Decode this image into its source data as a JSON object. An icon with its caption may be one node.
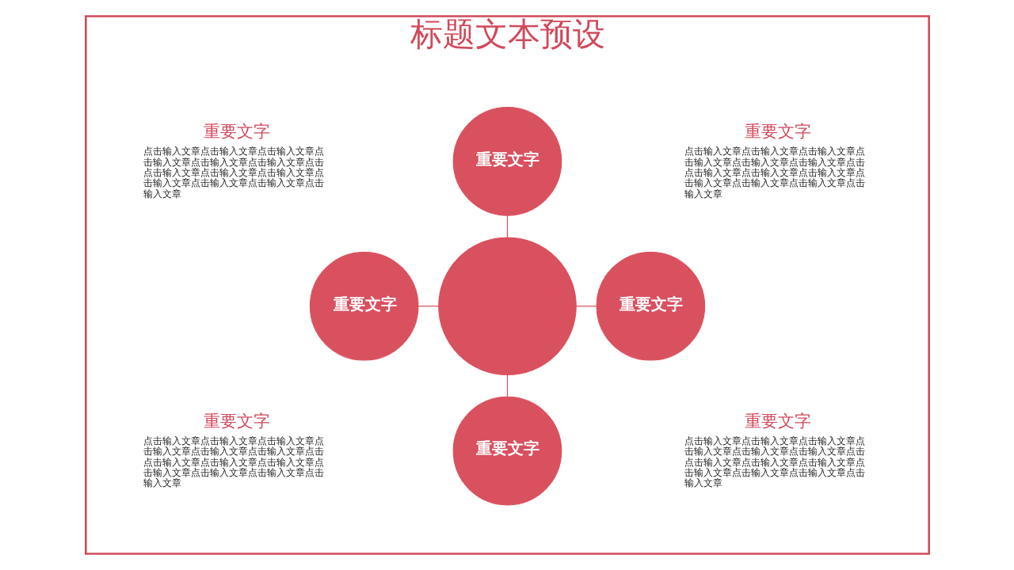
{
  "diagram": {
    "nodes": [
      {
        "text": [
          "标题文本预设"
        ]
      },
      {
        "text": [
          "重要文字"
        ],
        "in": 0
      },
      {
        "text": [
          "重要文字"
        ],
        "in": 0
      },
      {
        "text": [],
        "shape": "circle",
        "in": 0
      },
      {
        "text": [
          "重要文字"
        ],
        "in": 0
      },
      {
        "text": [
          "重要文字"
        ],
        "in": 0
      }
    ],
    "edges": [
      {
        "from": 1,
        "to": 3,
        "arrow": "none"
      },
      {
        "from": 2,
        "to": 3,
        "arrow": "none"
      },
      {
        "from": 3,
        "to": 4,
        "arrow": "none"
      },
      {
        "from": 3,
        "to": 5,
        "arrow": "none"
      }
    ],
    "labels": [
      "重要文字",
      "点击输入文章点击输入文章点击输入文章点击输入文章点击输入文章点击输入文章点击点击输入文章点击输入文章点击输入文章点击输入文章点击输入文章点击输入文章点击输入文章",
      "重要文字",
      "点击输入文章点击输入文章点击输入文章点击输入文章点击输入文章点击输入文章点击点击输入文章点击输入文章点击输入文章点击输入文章点击输入文章点击输入文章点击输入文章",
      "重要文字",
      "点击输入文章点击输入文章点击输入文章点击输入文章点击输入文章点击输入文章点击点击输入文章点击输入文章点击输入文章点击输入文章点击输入文章点击输入文章点击输入文章",
      "重要文字",
      "点击输入文章点击输入文章点击输入文章点击输入文章点击输入文章点击输入文章点击点击输入文章点击输入文章点击输入文章点击输入文章点击输入文章点击输入文章点击输入文章"
    ]
  }
}
